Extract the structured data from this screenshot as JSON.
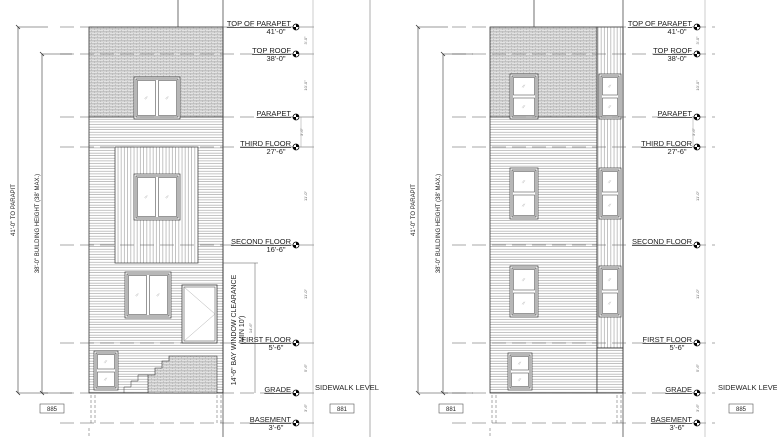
{
  "elevations": [
    {
      "levels": [
        {
          "name": "TOP OF PARAPET",
          "elev": "41'-0\""
        },
        {
          "name": "TOP ROOF",
          "elev": "38'-0\""
        },
        {
          "name": "PARAPET",
          "elev": ""
        },
        {
          "name": "THIRD FLOOR",
          "elev": "27'-6\""
        },
        {
          "name": "SECOND FLOOR",
          "elev": "16'-6\""
        },
        {
          "name": "FIRST FLOOR",
          "elev": "5'-6\""
        },
        {
          "name": "GRADE",
          "elev": ""
        },
        {
          "name": "BASEMENT",
          "elev": "3'-6\""
        }
      ],
      "dims": [
        "3'-0\"",
        "10'-0\"",
        "3'-6\"",
        "11'-0\"",
        "11'-0\"",
        "5'-6\"",
        "3'-6\""
      ],
      "overall_parapet": "41'-0\" TO PARAPIT",
      "overall_height": "38'-0\" BUILDING HEIGHT (38' MAX.)",
      "bay_clearance": "14'-6\" BAY WINDOW CLEARANCE",
      "bay_min": "(MIN 10')",
      "bay_dim": "14'-6\"",
      "sidewalk": "SIDEWALK LEVEL",
      "neighbor_left": "885",
      "neighbor_right": "881"
    },
    {
      "levels": [
        {
          "name": "TOP OF PARAPET",
          "elev": "41'-0\""
        },
        {
          "name": "TOP ROOF",
          "elev": "38'-0\""
        },
        {
          "name": "PARAPET",
          "elev": ""
        },
        {
          "name": "THIRD FLOOR",
          "elev": "27'-6\""
        },
        {
          "name": "SECOND FLOOR",
          "elev": ""
        },
        {
          "name": "FIRST FLOOR",
          "elev": "5'-6\""
        },
        {
          "name": "GRADE",
          "elev": ""
        },
        {
          "name": "BASEMENT",
          "elev": "3'-6\""
        }
      ],
      "dims": [
        "3'-0\"",
        "10'-0\"",
        "3'-6\"",
        "11'-0\"",
        "11'-0\"",
        "5'-6\"",
        "3'-6\""
      ],
      "overall_parapet": "41'-0\" TO PARAPIT",
      "overall_height": "38'-0\" BUILDING HEIGHT (38' MAX.)",
      "sidewalk": "SIDEWALK LEVEL",
      "neighbor_left": "881",
      "neighbor_right": "885"
    }
  ],
  "colors": {
    "line": "#333333",
    "hatch": "#9a9a9a",
    "brick_fill": "#dcdcdc"
  }
}
